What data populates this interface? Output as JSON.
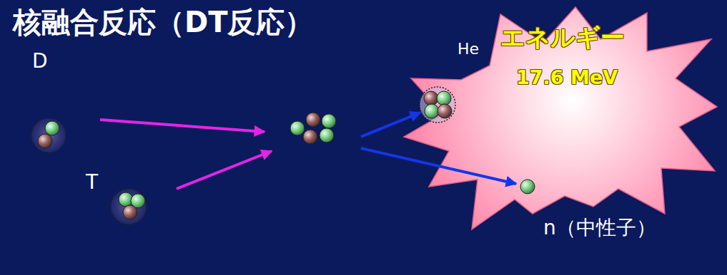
{
  "diagram": {
    "title": "核融合反応（DT反応）",
    "nodes": [
      {
        "text": [
          "エネルギー",
          "17.6 MeV"
        ]
      }
    ],
    "labels": [
      "He",
      "D",
      "T",
      "n（中性子）"
    ]
  }
}
